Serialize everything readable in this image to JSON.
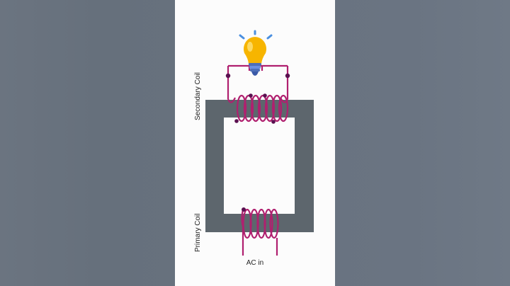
{
  "labels": {
    "secondary": "Secondary Coil",
    "primary": "Primary Coil",
    "input": "AC in"
  },
  "icons": {
    "bulb": "light-bulb-icon"
  },
  "colors": {
    "background": "#6b7480",
    "panel": "#fcfcfc",
    "core": "#5d666d",
    "wire": "#b0206f",
    "terminal": "#5a1050",
    "bulb_glass": "#f7b500",
    "bulb_base": "#6a8fe0"
  }
}
